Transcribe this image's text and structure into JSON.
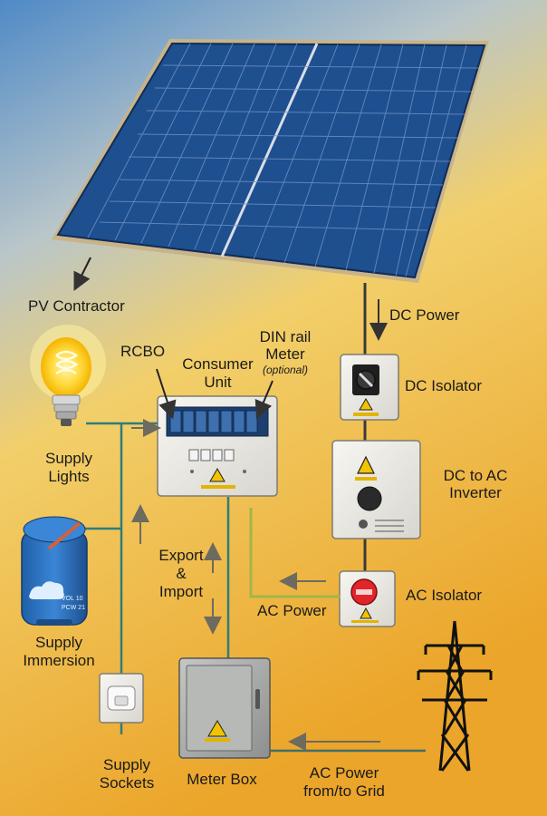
{
  "labels": {
    "pv_contractor": "PV Contractor",
    "dc_power": "DC Power",
    "rcbo": "RCBO",
    "consumer_unit_1": "Consumer",
    "consumer_unit_2": "Unit",
    "din_rail_1": "DIN rail",
    "din_rail_2": "Meter",
    "din_optional": "(optional)",
    "dc_isolator": "DC Isolator",
    "dc_to_ac_1": "DC to AC",
    "dc_to_ac_2": "Inverter",
    "supply_lights_1": "Supply",
    "supply_lights_2": "Lights",
    "export_1": "Export",
    "export_2": "&",
    "export_3": "Import",
    "ac_power": "AC Power",
    "ac_isolator": "AC Isolator",
    "supply_immersion_1": "Supply",
    "supply_immersion_2": "Immersion",
    "supply_sockets_1": "Supply",
    "supply_sockets_2": "Sockets",
    "meter_box": "Meter Box",
    "ac_grid_1": "AC Power",
    "ac_grid_2": "from/to Grid"
  },
  "tank_text": {
    "line1": "VOL 10",
    "line2": "PCW 21"
  },
  "colors": {
    "background_top": "#5b92c9",
    "background_bottom": "#efb63a",
    "panel_blue": "#1f4d8c",
    "dc_wire": "#3a3a3a",
    "ac_wire": "#9fb24a",
    "supply_wire": "#2e7d7b",
    "grid_wire": "#3f6f6a"
  },
  "icons": [
    "solar-panel-icon",
    "light-bulb-icon",
    "water-tank-icon",
    "socket-icon",
    "pylon-icon",
    "warning-icon"
  ]
}
